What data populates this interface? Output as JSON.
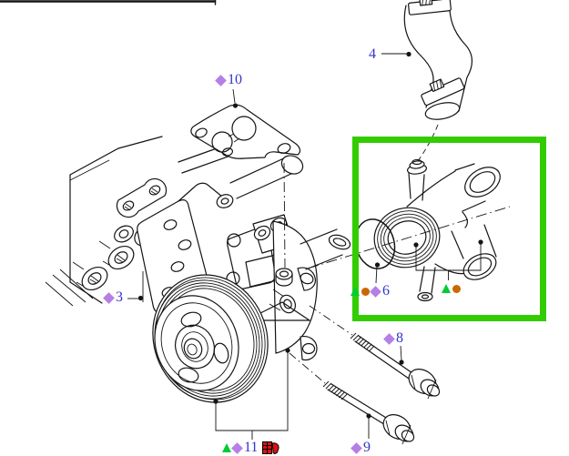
{
  "figure": {
    "type": "exploded-parts-diagram",
    "highlighted_part_numbers": "6",
    "top_rule": true
  },
  "colors": {
    "highlight": "#33cc00",
    "diamond": "#b57fe6",
    "triangle": "#00cc33",
    "circle": "#cc6600",
    "number": "#3333cc",
    "line": "#141414",
    "doc_icon_red": "#dd1111"
  },
  "callouts": {
    "c10": {
      "number": "10",
      "markers": [
        "diamond"
      ]
    },
    "c4": {
      "number": "4",
      "markers": []
    },
    "c3": {
      "number": "3",
      "markers": [
        "diamond"
      ]
    },
    "c6": {
      "number": "6",
      "markers": [
        "triangle",
        "circle",
        "diamond"
      ]
    },
    "c6_inner": {
      "number": "",
      "markers": [
        "triangle",
        "circle"
      ]
    },
    "c8": {
      "number": "8",
      "markers": [
        "diamond"
      ]
    },
    "c9": {
      "number": "9",
      "markers": [
        "diamond"
      ]
    },
    "c11": {
      "number": "11",
      "markers": [
        "triangle",
        "diamond"
      ],
      "doc_icon": true
    }
  }
}
